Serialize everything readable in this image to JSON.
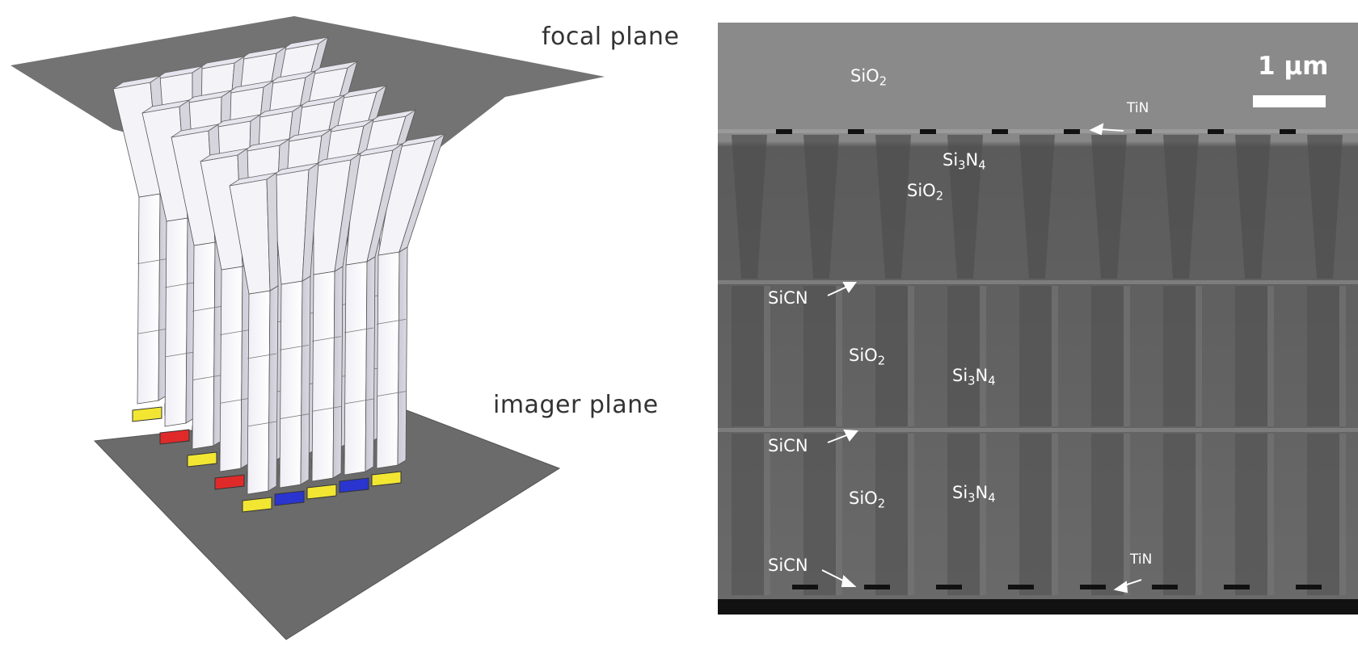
{
  "left_panel": {
    "focal_plane_label": "focal plane",
    "imager_plane_label": "imager plane",
    "grid_size": 5,
    "pixel_colors": {
      "yellow": "#f2e633",
      "red": "#e02a2a",
      "blue": "#2a35d0",
      "cyan": "#33d3d6"
    }
  },
  "right_panel": {
    "scale_bar_label": "1 μm",
    "labels": {
      "sio2_top": {
        "base": "SiO",
        "sub": "2"
      },
      "tin_top": {
        "base": "TiN",
        "sub": ""
      },
      "si3n4_upper": {
        "base": "Si",
        "sub": "3",
        "base2": "N",
        "sub2": "4"
      },
      "sio2_upper": {
        "base": "SiO",
        "sub": "2"
      },
      "sicn_1": {
        "base": "SiCN",
        "sub": ""
      },
      "sio2_mid": {
        "base": "SiO",
        "sub": "2"
      },
      "si3n4_mid": {
        "base": "Si",
        "sub": "3",
        "base2": "N",
        "sub2": "4"
      },
      "sicn_2": {
        "base": "SiCN",
        "sub": ""
      },
      "sio2_low": {
        "base": "SiO",
        "sub": "2"
      },
      "si3n4_low": {
        "base": "Si",
        "sub": "3",
        "base2": "N",
        "sub2": "4"
      },
      "sicn_3": {
        "base": "SiCN",
        "sub": ""
      },
      "tin_bottom": {
        "base": "TiN",
        "sub": ""
      }
    }
  }
}
